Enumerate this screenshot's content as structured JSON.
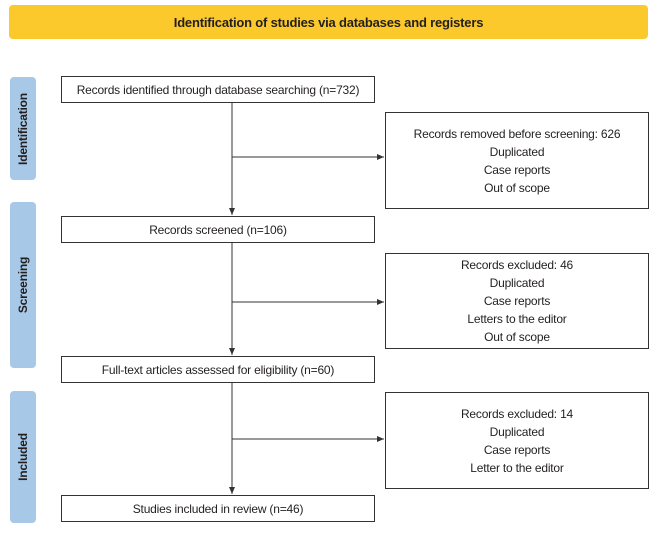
{
  "header": {
    "title": "Identification of studies via databases and registers"
  },
  "phases": {
    "identification": "Identification",
    "screening": "Screening",
    "included": "Included"
  },
  "main": {
    "identified": "Records identified through database searching (n=732)",
    "screened": "Records screened (n=106)",
    "fulltext": "Full-text articles assessed for eligibility (n=60)",
    "included": "Studies included in review (n=46)"
  },
  "side": {
    "removed": {
      "title": "Records removed before screening: 626",
      "items": [
        "Duplicated",
        "Case reports",
        "Out of scope"
      ]
    },
    "excluded1": {
      "title": "Records excluded: 46",
      "items": [
        "Duplicated",
        "Case reports",
        "Letters to the editor",
        "Out of scope"
      ]
    },
    "excluded2": {
      "title": "Records excluded: 14",
      "items": [
        "Duplicated",
        "Case reports",
        "Letter to the editor"
      ]
    }
  },
  "colors": {
    "header": "#fbc92c",
    "phase": "#a7c8e6",
    "line": "#333333"
  }
}
